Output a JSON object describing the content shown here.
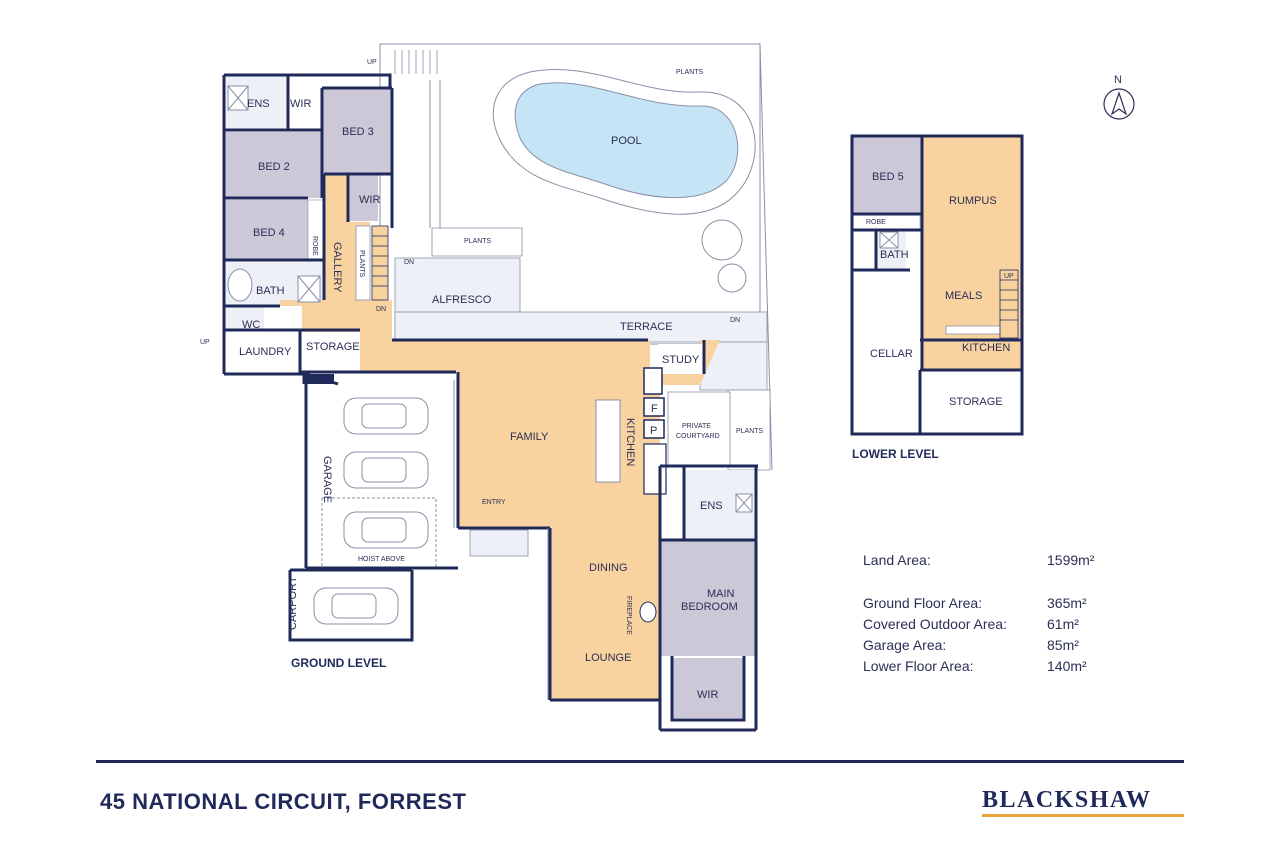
{
  "colors": {
    "wall": "#1f2a5a",
    "living": "#f8d3a0",
    "bedroom": "#ccc8d8",
    "pool": "#c5e4f5",
    "outdoor_paving": "#eef0f7",
    "brand_accent": "#e8a33a"
  },
  "icons": {
    "north": "north-arrow-icon"
  },
  "compass": {
    "north_label": "N"
  },
  "ground_level": {
    "title": "GROUND LEVEL",
    "rooms": {
      "ens": "ENS",
      "wir_top": "WIR",
      "bed3": "BED 3",
      "bed2": "BED 2",
      "wir_mid": "WIR",
      "bed4": "BED 4",
      "robe": "ROBE",
      "gallery": "GALLERY",
      "plants_stair": "PLANTS",
      "bath": "BATH",
      "wc": "WC",
      "laundry": "LAUNDRY",
      "storage": "STORAGE",
      "pool": "POOL",
      "plants_top": "PLANTS",
      "plants_mid": "PLANTS",
      "alfresco": "ALFRESCO",
      "terrace": "TERRACE",
      "study": "STUDY",
      "family": "FAMILY",
      "kitchen": "KITCHEN",
      "fridge": "F",
      "pantry": "P",
      "private_courtyard": "PRIVATE\nCOURTYARD",
      "plants_right": "PLANTS",
      "ens_main": "ENS",
      "garage": "GARAGE",
      "hoist": "HOIST ABOVE",
      "entry": "ENTRY",
      "dining": "DINING",
      "fireplace": "FIREPLACE",
      "main_bedroom": "MAIN\nBEDROOM",
      "lounge": "LOUNGE",
      "wir_main": "WIR",
      "carport": "CARPORT"
    },
    "arrows": {
      "up_top": "UP",
      "up_laundry": "UP",
      "dn_stair": "DN",
      "dn_left": "DN",
      "dn_right": "DN"
    }
  },
  "lower_level": {
    "title": "LOWER LEVEL",
    "rooms": {
      "bed5": "BED 5",
      "robe": "ROBE",
      "bath": "BATH",
      "rumpus": "RUMPUS",
      "meals": "MEALS",
      "cellar": "CELLAR",
      "kitchen": "KITCHEN",
      "storage": "STORAGE"
    },
    "arrows": {
      "up": "UP"
    }
  },
  "areas": [
    {
      "label": "Land Area:",
      "value": "1599m²"
    },
    {
      "label": "Ground Floor Area:",
      "value": "365m²"
    },
    {
      "label": "Covered Outdoor Area:",
      "value": "61m²"
    },
    {
      "label": "Garage Area:",
      "value": "85m²"
    },
    {
      "label": "Lower Floor Area:",
      "value": "140m²"
    }
  ],
  "footer": {
    "address": "45 NATIONAL CIRCUIT, FORREST",
    "brand": "BLACKSHAW"
  }
}
